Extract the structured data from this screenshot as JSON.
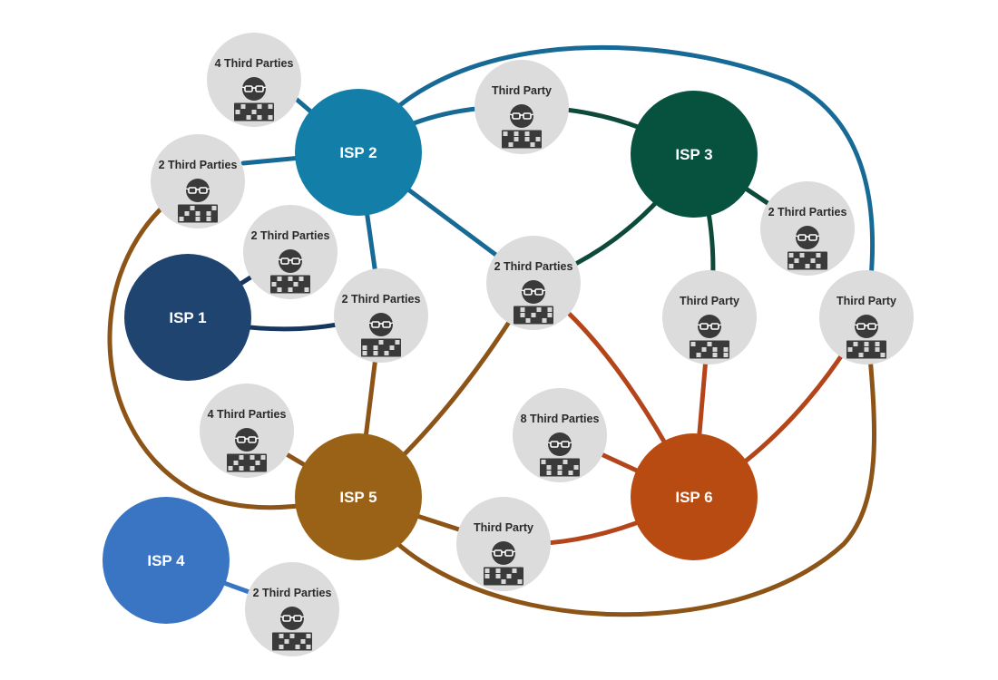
{
  "colors": {
    "isp1": "#1f4470",
    "isp2": "#137fa8",
    "isp3": "#07523f",
    "isp4": "#3a75c4",
    "isp5": "#9a6217",
    "isp6": "#b84b12",
    "third_party_fill": "#dcdcdc",
    "edge_blue": "#176a96",
    "edge_navy": "#17365e",
    "edge_green": "#0e4a3a",
    "edge_brown": "#8c5416",
    "edge_orange": "#b4451a",
    "icon": "#3a3a3a"
  },
  "isps": [
    {
      "id": "isp1",
      "label": "ISP 1"
    },
    {
      "id": "isp2",
      "label": "ISP 2"
    },
    {
      "id": "isp3",
      "label": "ISP 3"
    },
    {
      "id": "isp4",
      "label": "ISP 4"
    },
    {
      "id": "isp5",
      "label": "ISP 5"
    },
    {
      "id": "isp6",
      "label": "ISP 6"
    }
  ],
  "third_parties": [
    {
      "id": "tp1",
      "label": "4 Third Parties"
    },
    {
      "id": "tp2",
      "label": "2 Third Parties"
    },
    {
      "id": "tp3",
      "label": "Third Party"
    },
    {
      "id": "tp4",
      "label": "2 Third Parties"
    },
    {
      "id": "tp5",
      "label": "2 Third Parties"
    },
    {
      "id": "tp6",
      "label": "2 Third Parties"
    },
    {
      "id": "tp7",
      "label": "2 Third Parties"
    },
    {
      "id": "tp8",
      "label": "Third Party"
    },
    {
      "id": "tp9",
      "label": "Third Party"
    },
    {
      "id": "tp10",
      "label": "4 Third Parties"
    },
    {
      "id": "tp11",
      "label": "8 Third Parties"
    },
    {
      "id": "tp12",
      "label": "Third Party"
    },
    {
      "id": "tp13",
      "label": "2 Third Parties"
    }
  ],
  "icons": {
    "person": "spy-glasses-icon",
    "data": "data-grid-icon"
  }
}
